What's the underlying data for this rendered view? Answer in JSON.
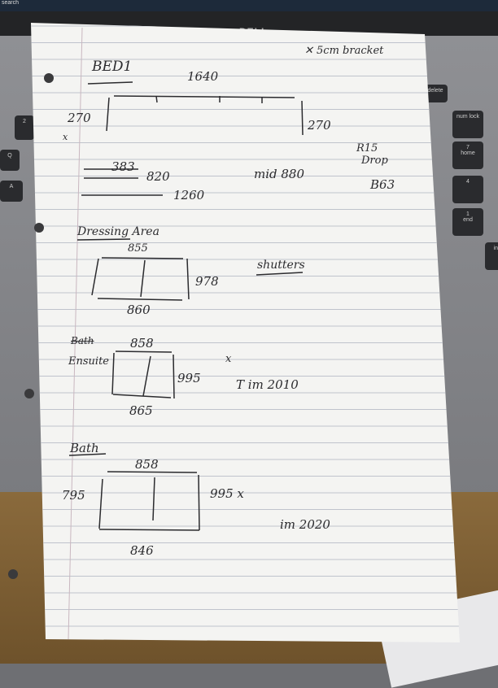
{
  "laptop": {
    "taskbar_search": "search",
    "brand": "DELL",
    "keys": [
      "Q",
      "A",
      "2",
      "delete",
      "num lock",
      "7",
      "home",
      "4",
      "1",
      "end",
      "ins"
    ]
  },
  "notes": {
    "top_note": "✕ 5cm bracket",
    "bed1": {
      "title": "BED1",
      "width": "1640",
      "left_height": "270",
      "right_height": "270",
      "mark": "x"
    },
    "bed_positions": [
      "383",
      "820",
      "1260"
    ],
    "mid": "mid 880",
    "rail": [
      "R15",
      "Drop",
      "B63"
    ],
    "dressing": {
      "title": "Dressing Area",
      "top": "855",
      "bottom": "860",
      "side": "978",
      "note": "shutters"
    },
    "ensuite": {
      "title_crossed": "Bath",
      "title": "Ensuite",
      "top": "858",
      "bottom": "865",
      "side": "995",
      "mark": "x",
      "note": "T im 2010"
    },
    "bath": {
      "title": "Bath",
      "top": "858",
      "bottom": "846",
      "left": "795",
      "side": "995 x",
      "note": "im 2020"
    }
  }
}
